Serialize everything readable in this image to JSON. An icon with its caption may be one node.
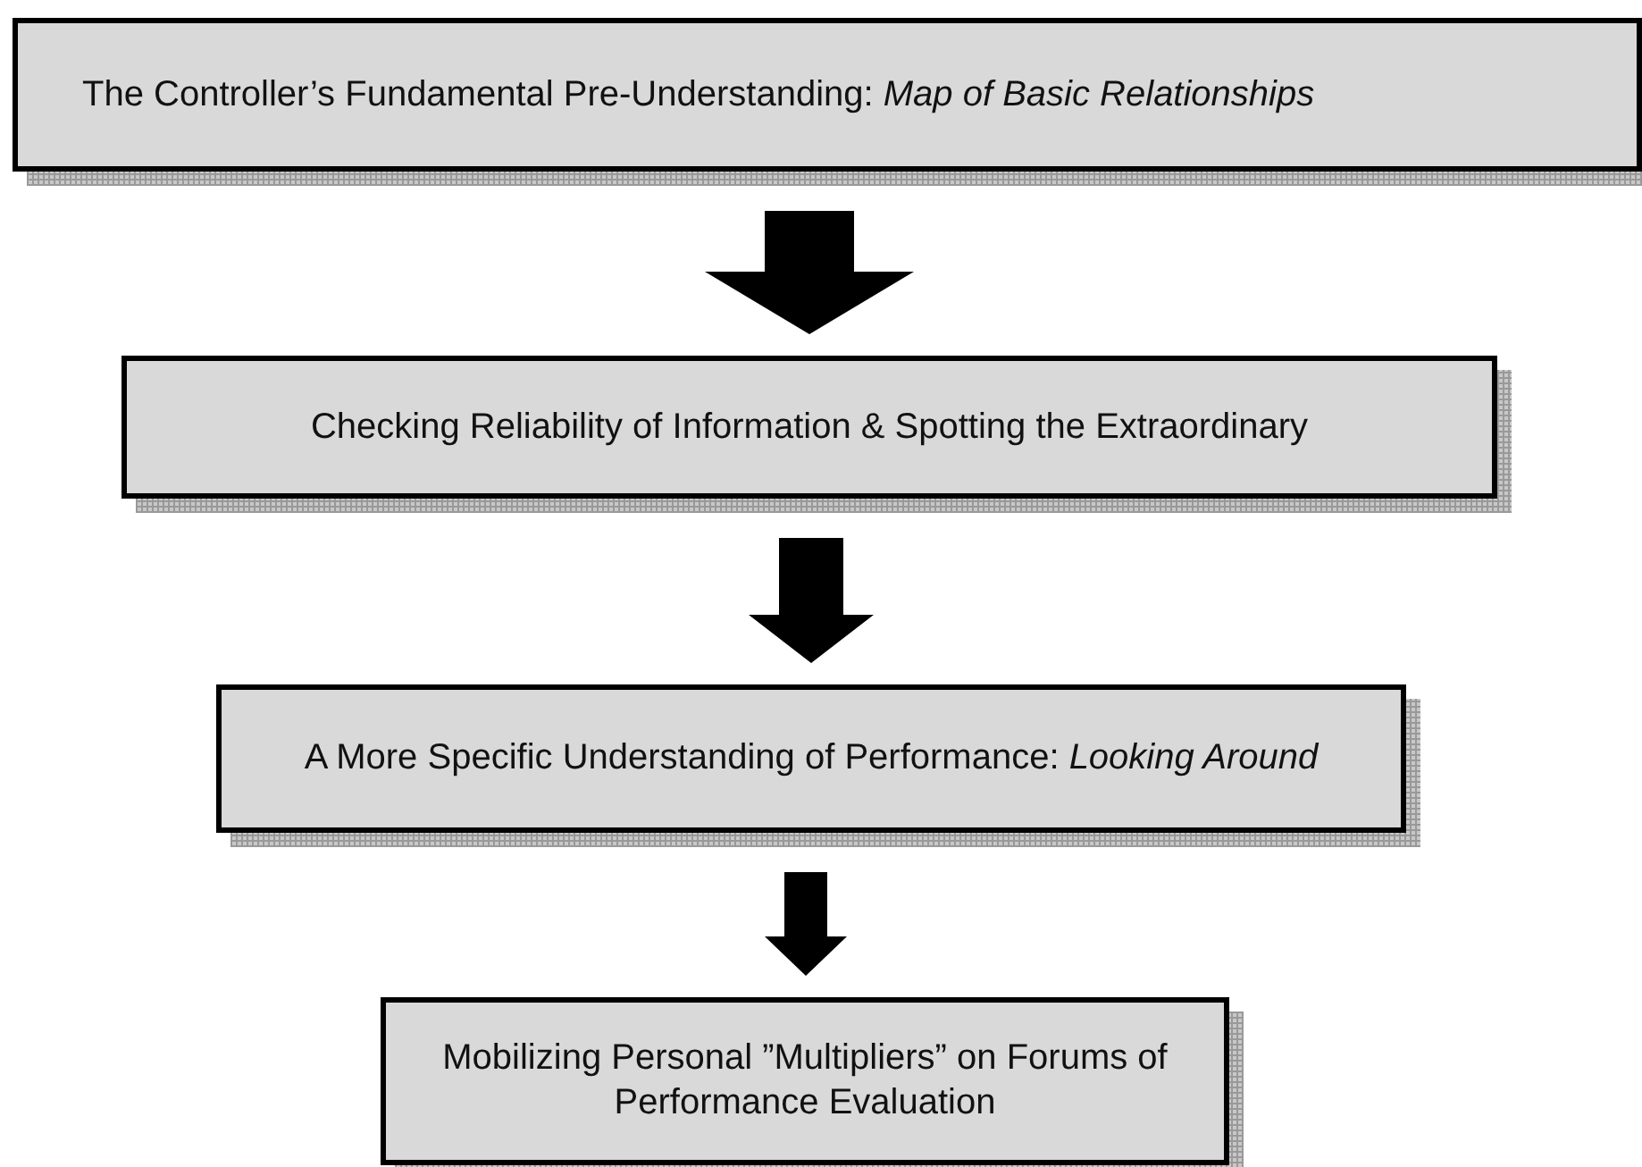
{
  "diagram": {
    "nodes": [
      {
        "text": [
          "The Controller’s Fundamental Pre-Understanding: *Map of Basic Relationships*"
        ]
      },
      {
        "text": [
          "Checking Reliability of Information & Spotting the Extraordinary"
        ]
      },
      {
        "text": [
          "A More Specific Understanding of Performance: *Looking Around*"
        ]
      },
      {
        "text": [
          "Mobilizing Personal ”Multipliers” on Forums of Performance Evaluation"
        ]
      }
    ],
    "edges": [
      {
        "from": 0,
        "to": 1,
        "arrow": "to"
      },
      {
        "from": 1,
        "to": 2,
        "arrow": "to"
      },
      {
        "from": 2,
        "to": 3,
        "arrow": "to"
      }
    ]
  }
}
